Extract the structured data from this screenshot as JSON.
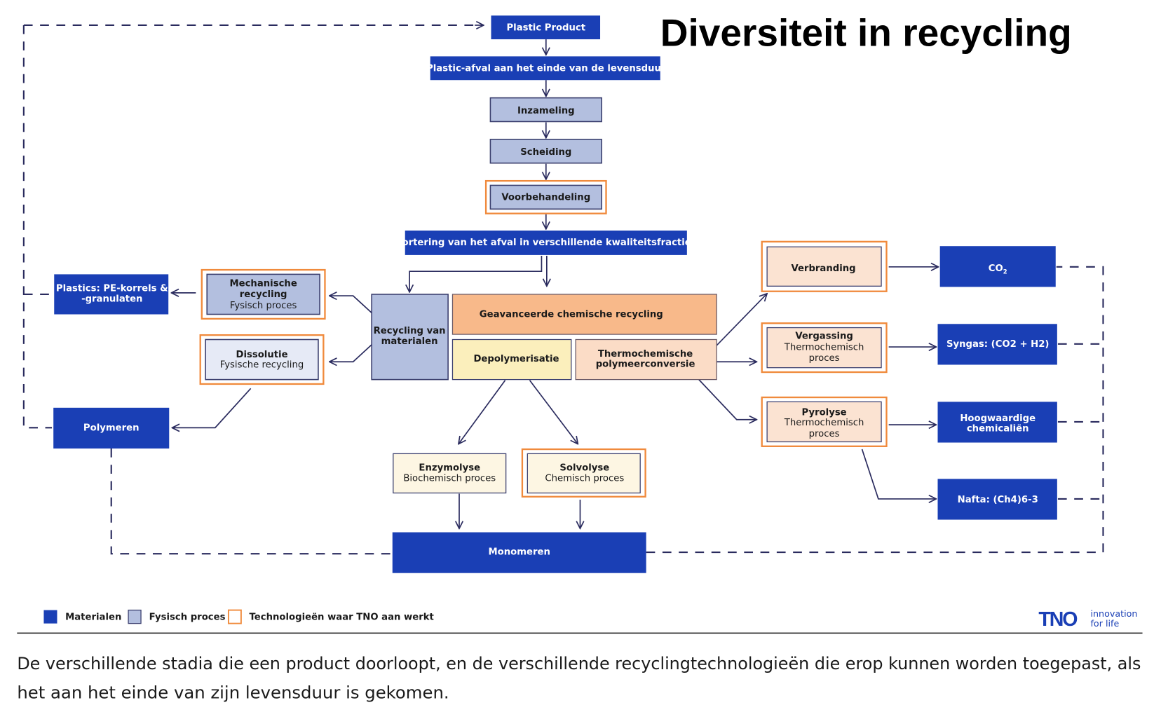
{
  "title": "Diversiteit in recycling",
  "nodes": {
    "plastic_product": "Plastic Product",
    "plastic_afval": "Plastic-afval aan het einde van de levensduur",
    "inzameling": "Inzameling",
    "scheiding": "Scheiding",
    "voorbehandeling": "Voorbehandeling",
    "sortering": "Sortering van het afval in verschillende kwaliteitsfracties",
    "recycling_materialen": [
      "Recycling van",
      "materialen"
    ],
    "mechanische": {
      "title": [
        "Mechanische",
        "recycling"
      ],
      "sub": "Fysisch proces"
    },
    "dissolutie": {
      "title": "Dissolutie",
      "sub": "Fysische recycling"
    },
    "plastics_pe": [
      "Plastics: PE-korrels &",
      "-granulaten"
    ],
    "polymeren": "Polymeren",
    "geavanceerde": "Geavanceerde chemische recycling",
    "depolymerisatie": "Depolymerisatie",
    "thermochemische": [
      "Thermochemische",
      "polymeerconversie"
    ],
    "enzymolyse": {
      "title": "Enzymolyse",
      "sub": "Biochemisch proces"
    },
    "solvolyse": {
      "title": "Solvolyse",
      "sub": "Chemisch proces"
    },
    "monomeren": "Monomeren",
    "verbranding": "Verbranding",
    "vergassing": {
      "title": "Vergassing",
      "sub": [
        "Thermochemisch",
        "proces"
      ]
    },
    "pyrolyse": {
      "title": "Pyrolyse",
      "sub": [
        "Thermochemisch",
        "proces"
      ]
    },
    "co2": "CO",
    "co2_sub": "2",
    "syngas": "Syngas: (CO2 + H2)",
    "hoogwaardige": [
      "Hoogwaardige",
      "chemicaliën"
    ],
    "nafta": "Nafta: (Ch4)6-3"
  },
  "legend": {
    "materialen": "Materialen",
    "fysisch": "Fysisch proces",
    "tno": "Technologieën waar TNO aan werkt"
  },
  "logo": {
    "brand": "TNO",
    "tagline1": "innovation",
    "tagline2": "for life"
  },
  "caption": {
    "line1": "De verschillende stadia die een product doorloopt, en de verschillende recyclingtechnologieën die erop kunnen worden toegepast, als",
    "line2": "het aan het einde van zijn levensduur is gekomen."
  },
  "colors": {
    "materials": "#1a3fb5",
    "physical": "#b3bfdf",
    "tno_outline": "#f08a3c",
    "advanced_chem": "#f8b98a",
    "depolymerisation": "#fbefbc",
    "thermochem": "#fbdcc6",
    "cream": "#fdf6e3"
  }
}
